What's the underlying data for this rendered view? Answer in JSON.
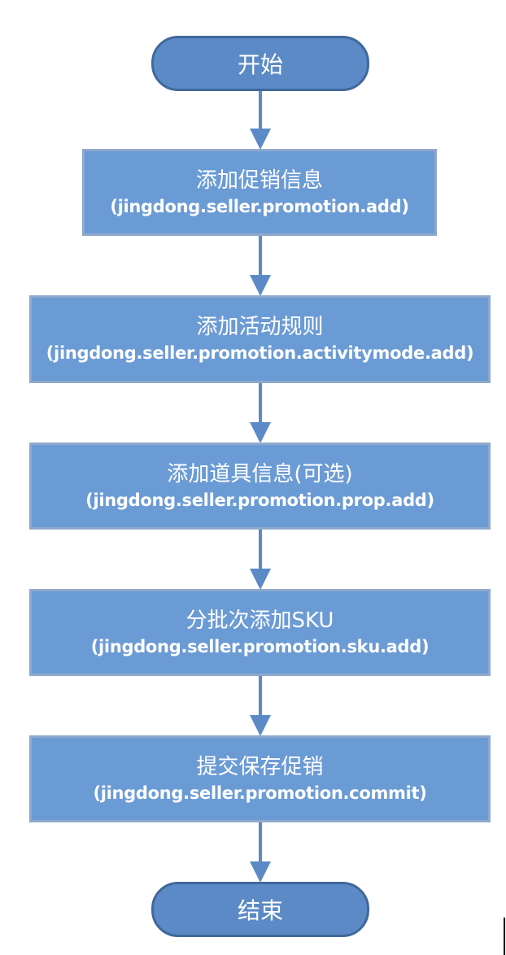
{
  "flowchart": {
    "start": "开始",
    "steps": [
      {
        "title": "添加促销信息",
        "api": "(jingdong.seller.promotion.add)"
      },
      {
        "title": "添加活动规则",
        "api": "(jingdong.seller.promotion.activitymode.add)"
      },
      {
        "title": "添加道具信息(可选)",
        "api": "(jingdong.seller.promotion.prop.add)"
      },
      {
        "title": "分批次添加SKU",
        "api": "(jingdong.seller.promotion.sku.add)"
      },
      {
        "title": "提交保存促销",
        "api": "(jingdong.seller.promotion.commit)"
      }
    ],
    "end": "结束"
  },
  "colors": {
    "terminal_fill": "#5b8ac6",
    "process_fill": "#6b9bd5",
    "arrow": "#5b8ac6",
    "text": "#ffffff"
  }
}
